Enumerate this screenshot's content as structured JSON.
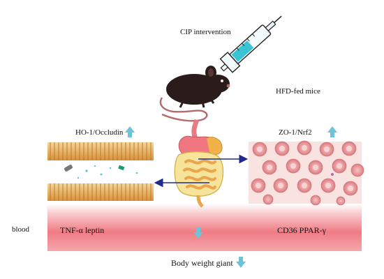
{
  "labels": {
    "intervention": "CIP intervention",
    "mice": "HFD-fed mice",
    "left_markers": "HO-1/Occludin",
    "right_markers": "ZO-1/Nrf2",
    "compartment": "blood",
    "left_blood_markers": "TNF-α  leptin",
    "right_blood_markers": "CD36  PPAR-γ",
    "outcome": "Body weight giant"
  },
  "colors": {
    "up_arrow": "#6cc4d6",
    "flow_arrow": "#1f2a8c",
    "blood_band": "#f07b84",
    "villi": "#e0a64a",
    "rbc": "#e58a8e",
    "mouse": "#2b1c1c",
    "syringe_liquid": "#38c4d4"
  },
  "icons": [
    "syringe-icon",
    "mouse-icon",
    "digestive-tract-icon",
    "intestinal-villi-icon",
    "red-blood-cells-icon"
  ]
}
